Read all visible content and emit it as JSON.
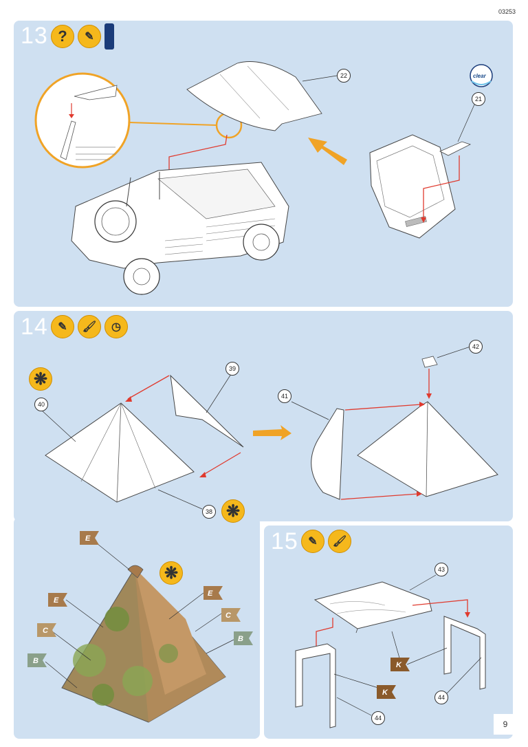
{
  "doc_code": "03253",
  "page_number": "9",
  "steps": [
    {
      "number": "13",
      "parts": [
        "22",
        "21"
      ],
      "clear_label": "clear"
    },
    {
      "number": "14",
      "parts": [
        "39",
        "40",
        "38",
        "41",
        "42"
      ],
      "colors": [
        "E",
        "E",
        "C",
        "C",
        "B",
        "B"
      ]
    },
    {
      "number": "15",
      "parts": [
        "43",
        "44",
        "44"
      ],
      "colors": [
        "K",
        "K"
      ]
    }
  ]
}
